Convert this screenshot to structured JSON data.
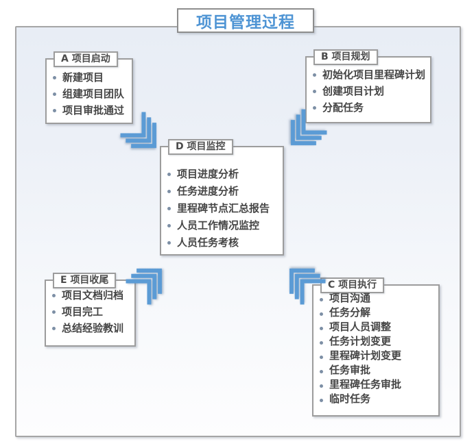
{
  "title": "项目管理过程",
  "nodes": [
    {
      "key": "A",
      "header": "A 项目启动",
      "items": [
        "新建项目",
        "组建项目团队",
        "项目审批通过"
      ]
    },
    {
      "key": "B",
      "header": "B 项目规划",
      "items": [
        "初始化项目里程碑计划",
        "创建项目计划",
        "分配任务"
      ]
    },
    {
      "key": "D",
      "header": "D 项目监控",
      "items": [
        "项目进度分析",
        "任务进度分析",
        "里程碑节点汇总报告",
        "人员工作情况监控",
        "人员任务考核"
      ]
    },
    {
      "key": "E",
      "header": "E 项目收尾",
      "items": [
        "项目文档归档",
        "项目完工",
        "总结经验教训"
      ]
    },
    {
      "key": "C",
      "header": "C 项目执行",
      "items": [
        "项目沟通",
        "任务分解",
        "项目人员调整",
        "任务计划变更",
        "里程碑计划变更",
        "任务审批",
        "里程碑任务审批",
        "临时任务"
      ]
    }
  ],
  "arrows": [
    {
      "name": "a-to-center",
      "direction": "down-right"
    },
    {
      "name": "b-to-center",
      "direction": "down-left"
    },
    {
      "name": "e-to-center",
      "direction": "up-right"
    },
    {
      "name": "c-to-center",
      "direction": "up-left"
    }
  ],
  "colors": {
    "accent": "#4e94d4",
    "chevron": "#5b9bd5",
    "bullet": "#7d8fa5",
    "text": "#454545",
    "border": "#9c9c9c"
  }
}
